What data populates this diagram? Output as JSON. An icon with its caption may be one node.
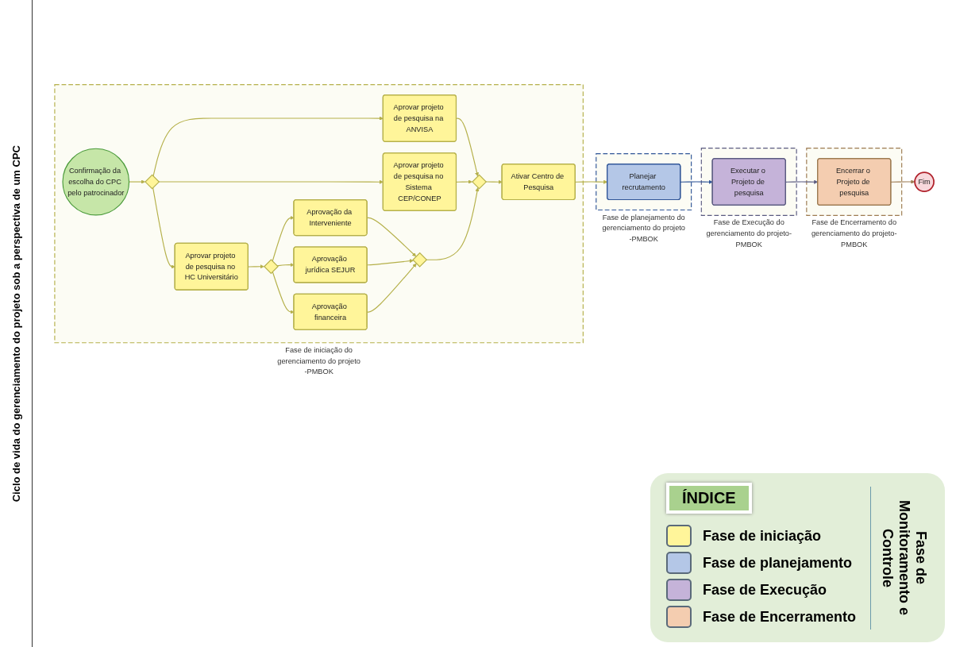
{
  "diagram": {
    "title": "Ciclo de vida do gerenciamento do projeto sob a perspectiva de um CPC",
    "nodes": [
      {
        "text": [
          "Fase de iniciação do gerenciamento do projeto -PMBOK"
        ]
      },
      {
        "text": [
          "Confirmação da escolha do CPC pelo patrocinador"
        ],
        "in": 0
      },
      {
        "text": [],
        "shape": "diamond",
        "in": 0
      },
      {
        "text": [
          "Aprovar projeto de pesquisa na ANVISA"
        ],
        "in": 0
      },
      {
        "text": [
          "Aprovar projeto de pesquisa no Sistema CEP/CONEP"
        ],
        "in": 0
      },
      {
        "text": [
          "Aprovar projeto de pesquisa no HC Universitário"
        ],
        "in": 0
      },
      {
        "text": [],
        "shape": "diamond",
        "in": 0
      },
      {
        "text": [
          "Aprovação da Interveniente"
        ],
        "in": 0
      },
      {
        "text": [
          "Aprovação jurídica SEJUR"
        ],
        "in": 0
      },
      {
        "text": [
          "Aprovação financeira"
        ],
        "in": 0
      },
      {
        "text": [],
        "shape": "diamond",
        "in": 0
      },
      {
        "text": [],
        "shape": "diamond",
        "in": 0
      },
      {
        "text": [
          "Ativar Centro de Pesquisa"
        ],
        "in": 0
      },
      {
        "text": [
          "Fase de planejamento do gerenciamento do projeto -PMBOK"
        ]
      },
      {
        "text": [
          "Planejar recrutamento"
        ],
        "in": 13
      },
      {
        "text": [
          "Fase de Execução do gerenciamento do projeto-PMBOK"
        ]
      },
      {
        "text": [
          "Executar o Projeto de pesquisa"
        ],
        "in": 15
      },
      {
        "text": [
          "Fase de Encerramento do gerenciamento do projeto-PMBOK"
        ]
      },
      {
        "text": [
          "Encerrar o Projeto de pesquisa"
        ],
        "in": 17
      },
      {
        "text": [
          "Fim"
        ]
      }
    ],
    "edges": [
      {
        "from": 1,
        "to": 2,
        "arrow": "to"
      },
      {
        "from": 2,
        "to": 3,
        "arrow": "to"
      },
      {
        "from": 2,
        "to": 4,
        "arrow": "to"
      },
      {
        "from": 2,
        "to": 5,
        "arrow": "to"
      },
      {
        "from": 3,
        "to": 11,
        "arrow": "to"
      },
      {
        "from": 4,
        "to": 11,
        "arrow": "to"
      },
      {
        "from": 5,
        "to": 6,
        "arrow": "to"
      },
      {
        "from": 6,
        "to": 7,
        "arrow": "to"
      },
      {
        "from": 6,
        "to": 8,
        "arrow": "to"
      },
      {
        "from": 6,
        "to": 9,
        "arrow": "to"
      },
      {
        "from": 7,
        "to": 10,
        "arrow": "to"
      },
      {
        "from": 8,
        "to": 10,
        "arrow": "to"
      },
      {
        "from": 9,
        "to": 10,
        "arrow": "to"
      },
      {
        "from": 10,
        "to": 11,
        "arrow": "to"
      },
      {
        "from": 11,
        "to": 12,
        "arrow": "to"
      },
      {
        "from": 12,
        "to": 14,
        "arrow": "to"
      },
      {
        "from": 14,
        "to": 16,
        "arrow": "to",
        "color": "#2f5597"
      },
      {
        "from": 16,
        "to": 18,
        "arrow": "to",
        "color": "#5a5a80"
      },
      {
        "from": 18,
        "to": 19,
        "arrow": "to",
        "color": "#9c7a50"
      }
    ],
    "labels": [
      "ÍNDICE",
      "Fase de Monitoramento e Controle"
    ],
    "legend": [
      {
        "text": "Fase de iniciação",
        "color": "#fff59a"
      },
      {
        "text": "Fase de planejamento",
        "color": "#b4c7e7"
      },
      {
        "text": "Fase de Execução",
        "color": "#c5b3d9"
      },
      {
        "text": "Fase de Encerramento",
        "color": "#f4cdb0"
      }
    ]
  }
}
